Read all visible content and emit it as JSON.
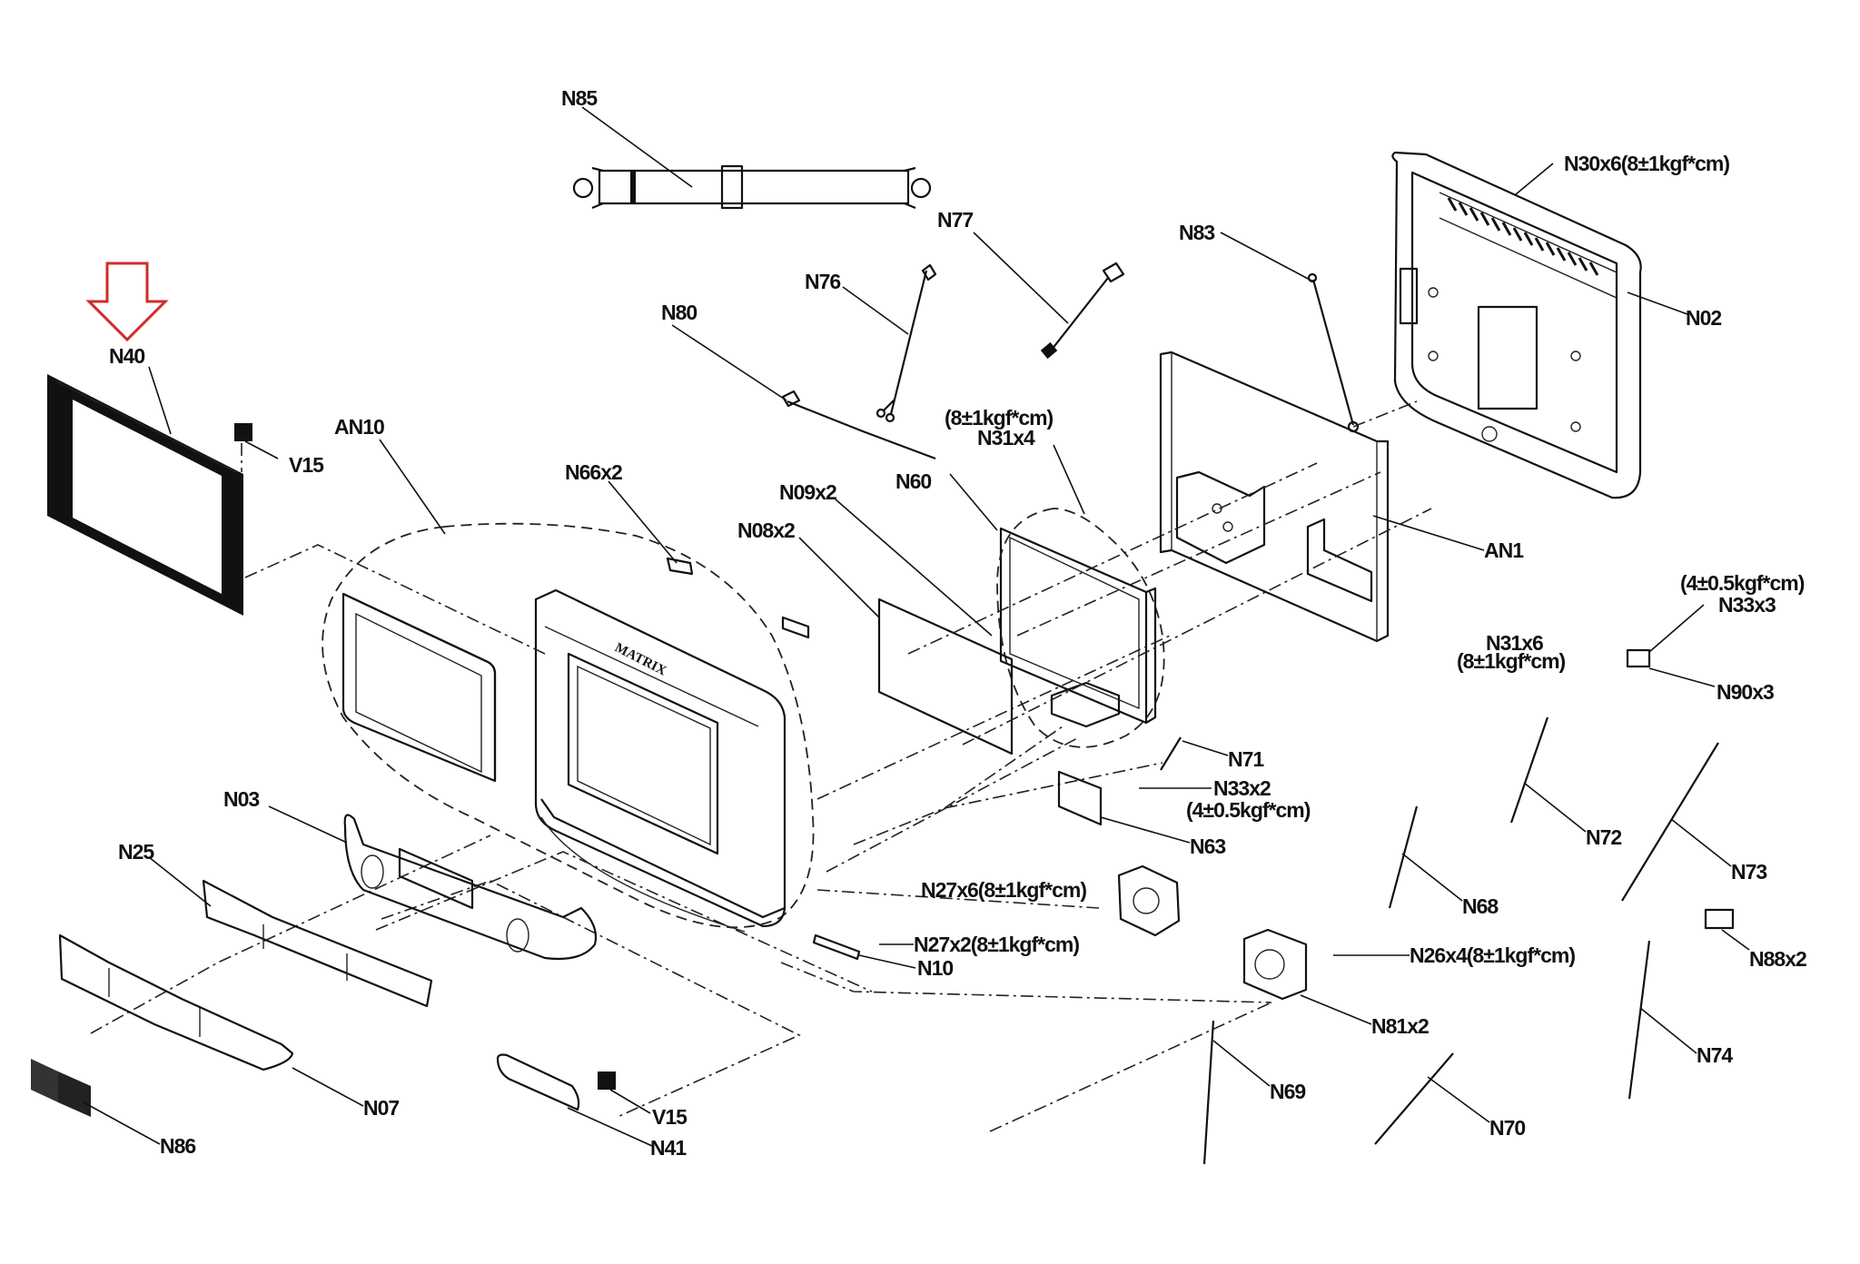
{
  "diagram": {
    "title": "Console exploded parts diagram",
    "brand_text": "MATRIX",
    "highlight": {
      "target": "N40",
      "color": "#d22b2b"
    },
    "labels": {
      "N85": "N85",
      "N30": "N30x6(8±1kgf*cm)",
      "N77": "N77",
      "N83": "N83",
      "N76": "N76",
      "N80": "N80",
      "N02": "N02",
      "N40": "N40",
      "V15a": "V15",
      "AN10": "AN10",
      "N31x4_torque": "(8±1kgf*cm)",
      "N31x4": "N31x4",
      "N66": "N66x2",
      "N09": "N09x2",
      "N60": "N60",
      "N08": "N08x2",
      "AN1": "AN1",
      "N33x3_torque": "(4±0.5kgf*cm)",
      "N33x3": "N33x3",
      "N31x6": "N31x6",
      "N31x6_torque": "(8±1kgf*cm)",
      "N90": "N90x3",
      "N71": "N71",
      "N03": "N03",
      "N33x2": "N33x2",
      "N33x2_torque": "(4±0.5kgf*cm)",
      "N72": "N72",
      "N63": "N63",
      "N25": "N25",
      "N73": "N73",
      "N27x6": "N27x6(8±1kgf*cm)",
      "N68": "N68",
      "N27x2": "N27x2(8±1kgf*cm)",
      "N10": "N10",
      "N26": "N26x4(8±1kgf*cm)",
      "N88": "N88x2",
      "N81": "N81x2",
      "N74": "N74",
      "N69": "N69",
      "N07": "N07",
      "V15b": "V15",
      "N70": "N70",
      "N86": "N86",
      "N41": "N41"
    }
  }
}
